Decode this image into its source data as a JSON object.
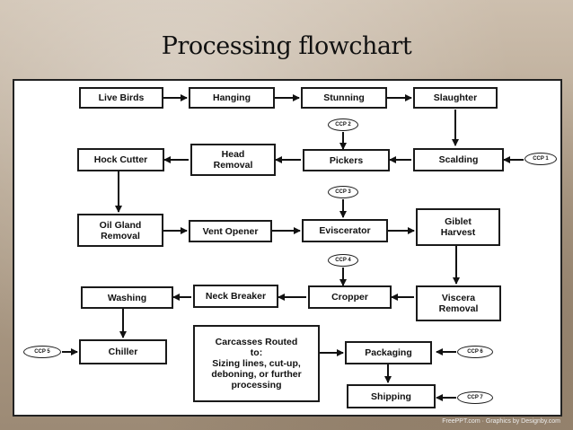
{
  "title": "Processing flowchart",
  "steps": {
    "live_birds": "Live Birds",
    "hanging": "Hanging",
    "stunning": "Stunning",
    "slaughter": "Slaughter",
    "hock_cutter": "Hock Cutter",
    "head_removal": "Head\nRemoval",
    "pickers": "Pickers",
    "scalding": "Scalding",
    "oil_gland": "Oil Gland\nRemoval",
    "vent_opener": "Vent Opener",
    "eviscerator": "Eviscerator",
    "giblet": "Giblet\nHarvest",
    "washing": "Washing",
    "neck_breaker": "Neck Breaker",
    "cropper": "Cropper",
    "viscera": "Viscera\nRemoval",
    "chiller": "Chiller",
    "carcasses": "Carcasses Routed\nto:\nSizing lines, cut-up,\ndeboning, or further\nprocessing",
    "packaging": "Packaging",
    "shipping": "Shipping"
  },
  "ccp": {
    "ccp1": "CCP 1",
    "ccp2": "CCP 2",
    "ccp3": "CCP 3",
    "ccp4": "CCP 4",
    "ccp5": "CCP 5",
    "ccp6": "CCP 6",
    "ccp7": "CCP 7"
  },
  "footer": "FreePPT.com · Graphics by Designby.com"
}
